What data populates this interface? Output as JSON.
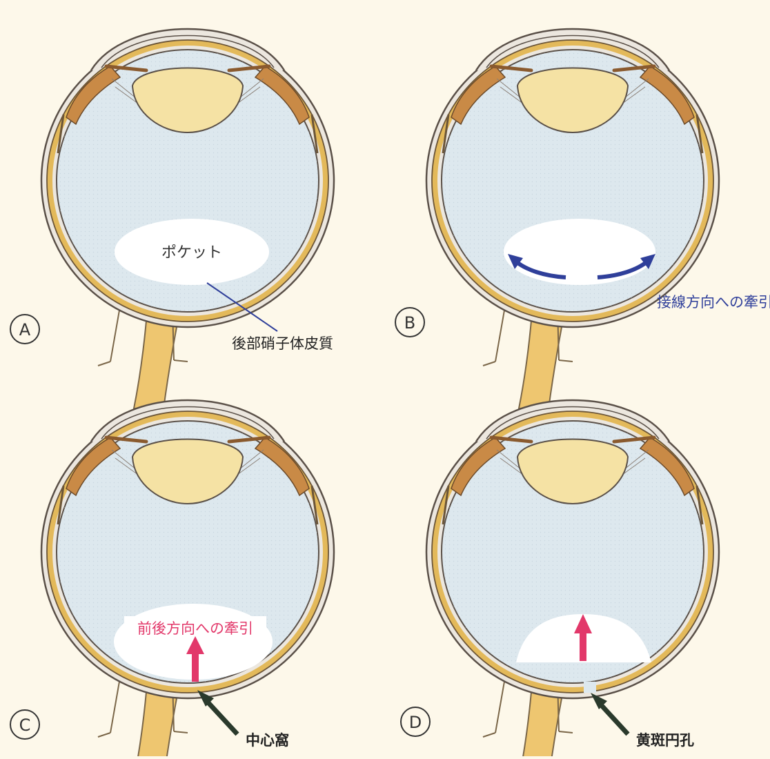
{
  "panels": [
    {
      "letter": "A",
      "pocket_label": "ポケット",
      "annotation": "後部硝子体皮質"
    },
    {
      "letter": "B",
      "annotation": "接線方向への牽引"
    },
    {
      "letter": "C",
      "traction_label": "前後方向への牽引",
      "annotation": "中心窩"
    },
    {
      "letter": "D",
      "annotation": "黄斑円孔"
    }
  ],
  "colors": {
    "background": "#fdf8ea",
    "vitreous": "#dde8ee",
    "lens": "#f5e2a4",
    "sclera": "#ece7df",
    "retina_band": "#e3b95a",
    "ciliary_body": "#c98a46",
    "optic_nerve": "#eec670",
    "pocket": "#ffffff",
    "outline": "#5a5048",
    "tangential_arrow": "#2f3f9a",
    "ap_arrow": "#e2386a",
    "pointer_arrow": "#2a3a2c",
    "cortex_line": "#2f3f9a"
  }
}
